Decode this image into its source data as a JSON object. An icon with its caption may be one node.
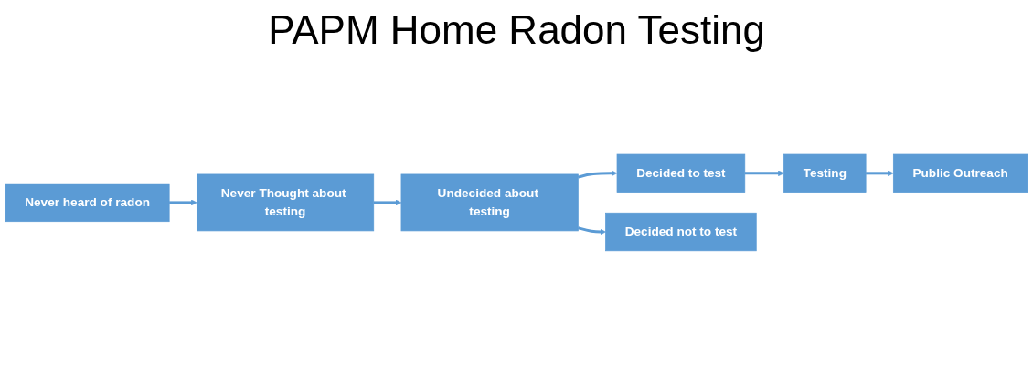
{
  "diagram": {
    "title": "PAPM Home Radon Testing",
    "nodes": [
      {
        "text": [
          "Never heard of radon"
        ]
      },
      {
        "text": [
          "Never Thought about testing"
        ]
      },
      {
        "text": [
          "Undecided about testing"
        ]
      },
      {
        "text": [
          "Decided to test"
        ]
      },
      {
        "text": [
          "Testing"
        ]
      },
      {
        "text": [
          "Public Outreach"
        ]
      },
      {
        "text": [
          "Decided not to test"
        ]
      }
    ],
    "edges": [
      {
        "from": 0,
        "to": 1,
        "arrow": "to"
      },
      {
        "from": 1,
        "to": 2,
        "arrow": "to"
      },
      {
        "from": 2,
        "to": 3,
        "arrow": "to"
      },
      {
        "from": 3,
        "to": 4,
        "arrow": "to"
      },
      {
        "from": 4,
        "to": 5,
        "arrow": "to"
      },
      {
        "from": 2,
        "to": 6,
        "arrow": "to"
      }
    ]
  }
}
